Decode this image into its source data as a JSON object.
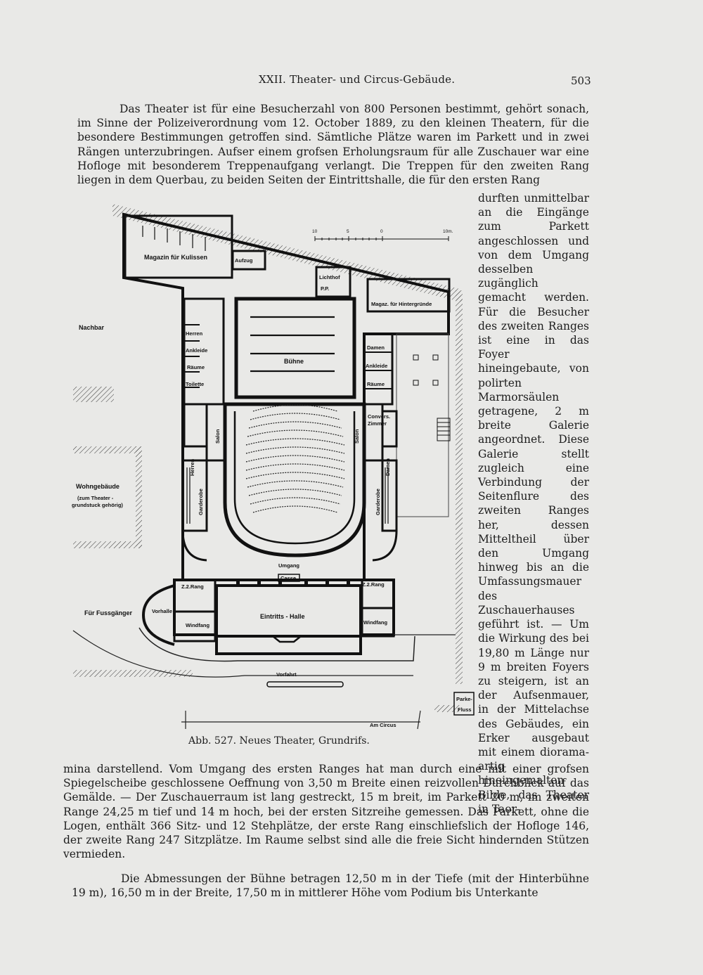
{
  "header": {
    "title": "XXII. Theater- und Circus-Gebäude.",
    "page_number": "503"
  },
  "body": {
    "paragraph_top": "Das Theater ist für eine Besucherzahl von 800 Personen bestimmt, gehört sonach, im Sinne der Polizeiverordnung vom 12. October 1889, zu den kleinen Theatern, für die besondere Bestimmungen getroffen sind. Sämtliche Plätze waren im Parkett und in zwei Rängen unterzubringen. Aufser einem grofsen Erholungsraum für alle Zuschauer war eine Hofloge mit besonderem Treppenaufgang verlangt. Die Treppen für den zweiten Rang liegen in dem Querbau, zu beiden Seiten der Eintrittshalle, die für den ersten Rang",
    "side_column": "durften unmittelbar an die Eingänge zum Parkett angeschlossen und von dem Umgang desselben zugänglich gemacht werden. Für die Besucher des zweiten Ranges ist eine in das Foyer hineingebaute, von polirten Marmorsäulen getragene, 2 m breite Galerie angeordnet. Diese Galerie stellt zugleich eine Verbindung der Seitenflure des zweiten Ranges her, dessen Mitteltheil über den Umgang hinweg bis an die Umfassungsmauer des Zuschauerhauses geführt ist. — Um die Wirkung des bei 19,80 m Länge nur 9 m breiten Foyers zu steigern, ist an der Aufsenmauer, in der Mittelachse des Gebäudes, ein Erker ausgebaut mit einem diorama-artig hineingemalten Bilde, das Theater in Taor-",
    "paragraph_bottom": "mina darstellend. Vom Umgang des ersten Ranges hat man durch eine mit einer grofsen Spiegelscheibe geschlossene Oeffnung von 3,50 m Breite einen reizvollen Durchblick auf das Gemälde. — Der Zuschauerraum ist lang gestreckt, 15 m breit, im Parkett 20 m, im zweiten Range 24,25 m tief und 14 m hoch, bei der ersten Sitzreihe gemessen. Das Parkett, ohne die Logen, enthält 366 Sitz- und 12 Stehplätze, der erste Rang einschliefslich der Hofloge 146, der zweite Rang 247 Sitzplätze. Im Raume selbst sind alle die freie Sicht hindernden Stützen vermieden.",
    "paragraph_last": "Die Abmessungen der Bühne betragen 12,50 m in der Tiefe (mit der Hinterbühne 19 m), 16,50 m in der Breite, 17,50 m in mittlerer Höhe vom Podium bis Unterkante"
  },
  "figure": {
    "caption": "Abb. 527. Neues Theater, Grundrifs.",
    "scale": {
      "labels": [
        "10",
        "5",
        "0",
        "10m."
      ]
    },
    "rooms": {
      "magazin_kulissen": "Magazin für Kulissen",
      "aufzug": "Aufzug",
      "lichthof": "Lichthof",
      "pp": "P.P.",
      "magaz_hintergruende": "Magaz. für Hintergründe",
      "nachbar": "Nachbar",
      "herren": "Herren",
      "ankleide": "Ankleide",
      "raeume": "Räume",
      "toilette": "Toilette",
      "buehne": "Bühne",
      "damen": "Damen",
      "ankleide_r": "Ankleide",
      "raeume_r": "Räume",
      "convers_zimmer_1": "Convers.",
      "convers_zimmer_2": "Zimmer",
      "salon_l": "Salon",
      "salon_r": "Salon",
      "herren_l": "Herren",
      "damen_r": "Damen",
      "garderobe_l": "Garderobe",
      "garderobe_r": "Garderobe",
      "wohngebaeude_1": "Wohngebäude",
      "wohngebaeude_2": "(zum Theater -",
      "wohngebaeude_3": "grundstuck gehörig)",
      "umgang": "Umgang",
      "z2rang_l": "Z.2.Rang",
      "z2rang_r": "Z.2.Rang",
      "casse": "Casse",
      "vorhalle": "Vorhalle",
      "windfang_l": "Windfang",
      "eintritts_halle": "Eintritts - Halle",
      "windfang_r": "Windfang",
      "fussgaenger": "Für Fussgänger",
      "vorfahrt": "Vorfahrt",
      "am_circus": "Am Circus",
      "parkefluss_1": "Parke-",
      "parkefluss_2": "Fluss"
    }
  }
}
